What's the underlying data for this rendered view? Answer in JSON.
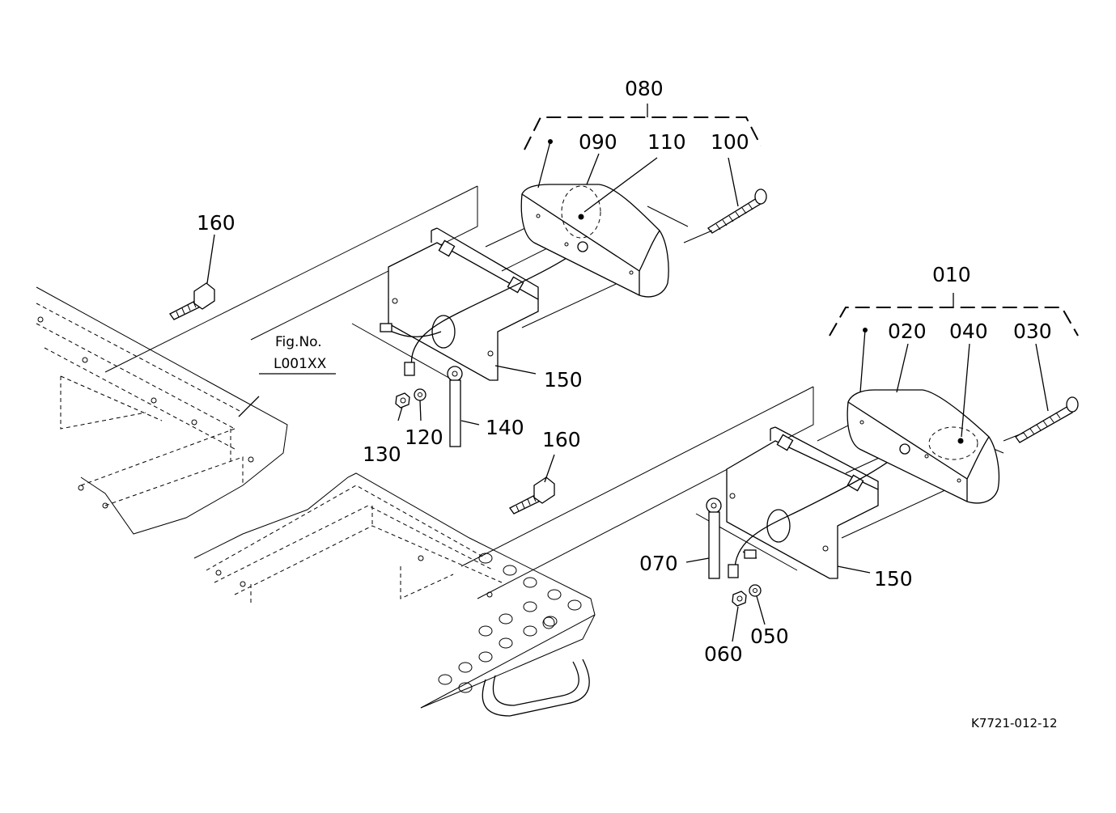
{
  "labels": {
    "l080": "080",
    "l090": "090",
    "l110": "110",
    "l100": "100",
    "l160a": "160",
    "l150a": "150",
    "l130": "130",
    "l120": "120",
    "l140": "140",
    "l160b": "160",
    "l010": "010",
    "l020": "020",
    "l040": "040",
    "l030": "030",
    "l070": "070",
    "l150b": "150",
    "l060": "060",
    "l050": "050"
  },
  "figref": {
    "line1": "Fig.No.",
    "line2": "L001XX"
  },
  "drawing_number": "K7721-012-12"
}
